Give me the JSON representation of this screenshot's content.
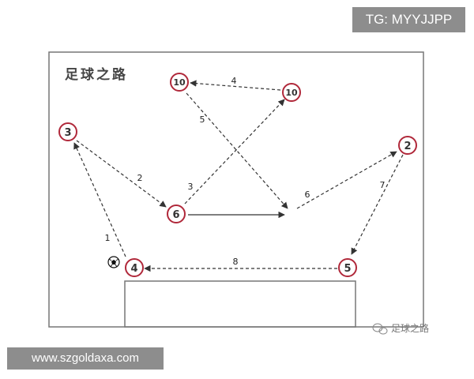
{
  "title": "足球之路",
  "watermark": "足球之路",
  "top_badge": "TG: MYYJJPP",
  "bottom_badge": "www.szgoldaxa.com",
  "players": [
    {
      "id": "p10a",
      "label": "10"
    },
    {
      "id": "p10b",
      "label": "10"
    },
    {
      "id": "p3",
      "label": "3"
    },
    {
      "id": "p2",
      "label": "2"
    },
    {
      "id": "p6",
      "label": "6"
    },
    {
      "id": "p4",
      "label": "4"
    },
    {
      "id": "p5",
      "label": "5"
    }
  ],
  "passes": [
    {
      "label": "1",
      "from": "p4",
      "to": "p3",
      "style": "dashed"
    },
    {
      "label": "2",
      "from": "p3",
      "to": "p6",
      "style": "dashed"
    },
    {
      "label": "3",
      "from": "p6",
      "to": "p10b",
      "style": "dashed"
    },
    {
      "label": "4",
      "from": "p10b",
      "to": "p10a",
      "style": "dashed"
    },
    {
      "label": "5",
      "from": "p10a",
      "to": "space",
      "style": "dashed"
    },
    {
      "label": "6",
      "from": "space",
      "to": "p2",
      "style": "dashed"
    },
    {
      "label": "7",
      "from": "p2",
      "to": "p5",
      "style": "dashed"
    },
    {
      "label": "8",
      "from": "p5",
      "to": "p4",
      "style": "dashed"
    }
  ],
  "run": {
    "from": "p6",
    "to": "space",
    "style": "solid"
  },
  "colors": {
    "player_ring": "#b0283a",
    "line": "#333333",
    "field": "#777777",
    "badge_bg": "#8d8d8d"
  }
}
